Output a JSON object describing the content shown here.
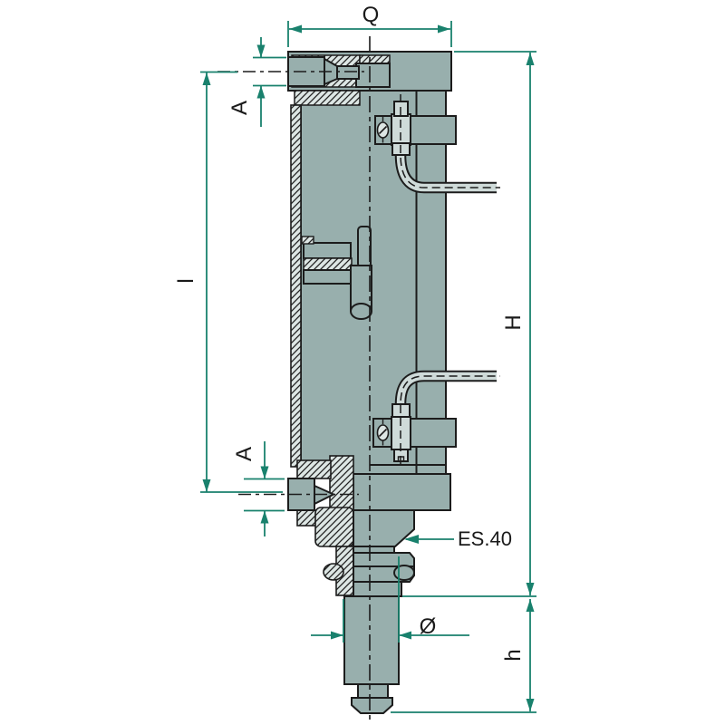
{
  "drawing": {
    "kind": "technical-cross-section",
    "dimension_labels": {
      "top_width": "Q",
      "upper_stroke": "A",
      "body_length": "l",
      "overall_height": "H",
      "lower_stroke": "A",
      "lower_height": "h",
      "taper": "ES.40",
      "diameter": "Ø"
    },
    "colors": {
      "body_fill": "#98afad",
      "light_fill": "#cfdbd9",
      "hatch_fill": "#dde6e4",
      "outline": "#1c1c1c",
      "dimension": "#19816d",
      "label_text": "#1a1a1a",
      "background": "#ffffff"
    }
  }
}
